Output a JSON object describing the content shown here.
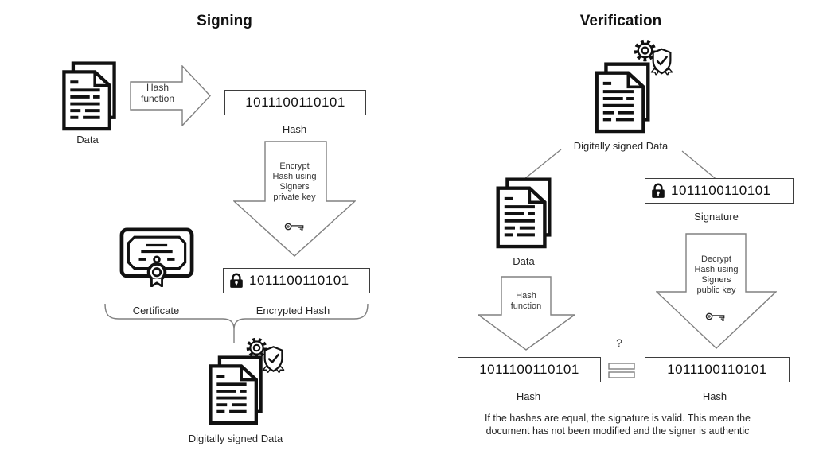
{
  "colors": {
    "ink": "#111111",
    "line": "#808080",
    "box_border": "#3d3d3d",
    "background": "#ffffff"
  },
  "icons": {
    "document": "document-icon",
    "certificate": "certificate-icon",
    "lock": "lock-icon",
    "key": "key-icon",
    "gear": "gear-icon",
    "shield_check": "shield-check-icon",
    "equals": "equals-icon"
  },
  "signing": {
    "title": "Signing",
    "data": {
      "label": "Data"
    },
    "hash_function_arrow": {
      "direction": "right",
      "lines": [
        "Hash",
        "function"
      ]
    },
    "hash_box": {
      "value": "1011100110101",
      "label": "Hash"
    },
    "encrypt_arrow": {
      "direction": "down",
      "lines": [
        "Encrypt",
        "Hash using",
        "Signers",
        "private key"
      ],
      "icon": "key-icon"
    },
    "certificate": {
      "label": "Certificate"
    },
    "encrypted_hash_box": {
      "value": "1011100110101",
      "label": "Encrypted Hash",
      "icon": "lock-icon"
    },
    "signed_data": {
      "label": "Digitally signed Data"
    }
  },
  "verification": {
    "title": "Verification",
    "signed_data": {
      "label": "Digitally signed Data"
    },
    "signature_box": {
      "value": "1011100110101",
      "label": "Signature",
      "icon": "lock-icon"
    },
    "data": {
      "label": "Data"
    },
    "hash_function_arrow": {
      "direction": "down",
      "lines": [
        "Hash",
        "function"
      ]
    },
    "decrypt_arrow": {
      "direction": "down",
      "lines": [
        "Decrypt",
        "Hash using",
        "Signers",
        "public key"
      ],
      "icon": "key-icon"
    },
    "hash_box_left": {
      "value": "1011100110101",
      "label": "Hash"
    },
    "hash_box_right": {
      "value": "1011100110101",
      "label": "Hash"
    },
    "comparison": {
      "question_mark": "?",
      "icon": "equals-icon"
    },
    "note_lines": [
      "If the hashes are equal, the signature is valid. This mean the",
      "document has not been modified and the signer is authentic"
    ]
  }
}
